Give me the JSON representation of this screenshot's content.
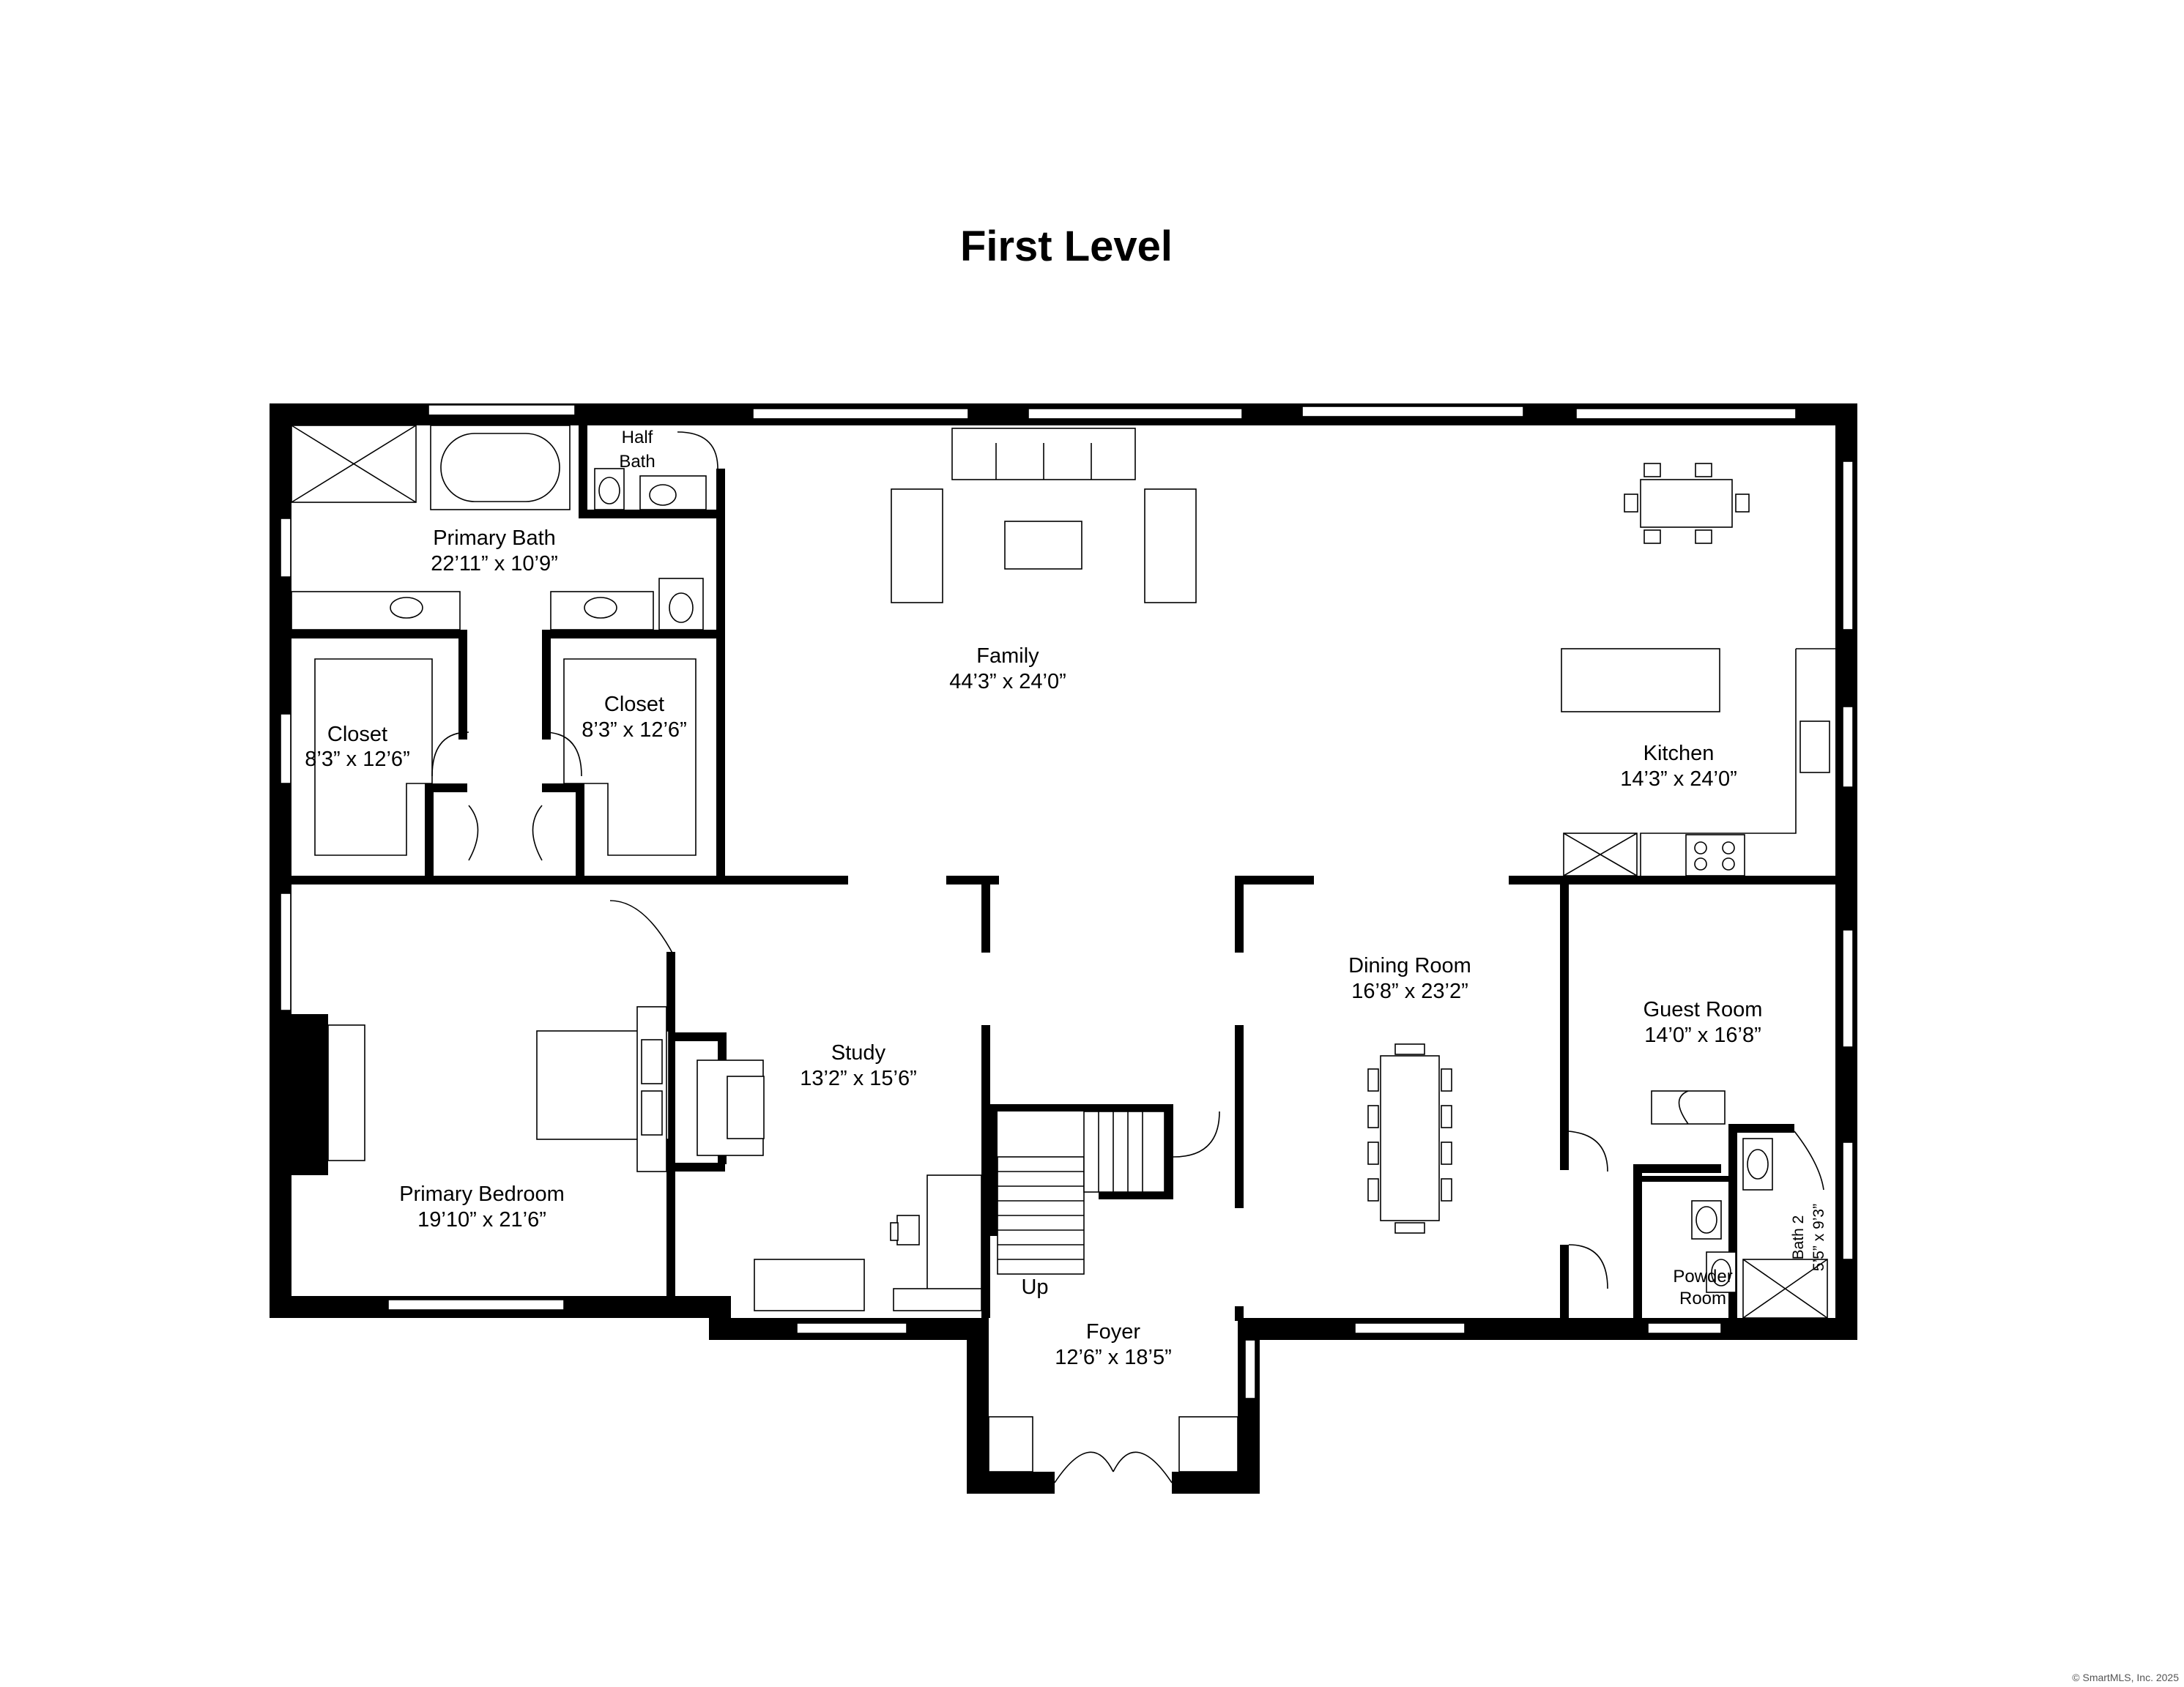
{
  "title": "First Level",
  "watermark": "© SmartMLS, Inc. 2025",
  "rooms": {
    "half_bath": {
      "name_line1": "Half",
      "name_line2": "Bath"
    },
    "primary_bath": {
      "name": "Primary Bath",
      "size": "22’11” x 10’9”"
    },
    "closet_left": {
      "name": "Closet",
      "size": "8’3” x 12’6”"
    },
    "closet_right": {
      "name": "Closet",
      "size": "8’3” x 12’6”"
    },
    "family": {
      "name": "Family",
      "size": "44’3” x 24’0”"
    },
    "kitchen": {
      "name": "Kitchen",
      "size": "14’3” x 24’0”"
    },
    "dining_room": {
      "name": "Dining Room",
      "size": "16’8” x 23’2”"
    },
    "guest_room": {
      "name": "Guest Room",
      "size": "14’0” x 16’8”"
    },
    "study": {
      "name": "Study",
      "size": "13’2” x 15’6”"
    },
    "primary_bedroom": {
      "name": "Primary Bedroom",
      "size": "19’10” x 21’6”"
    },
    "foyer": {
      "name": "Foyer",
      "size": "12’6” x 18’5”"
    },
    "powder_room": {
      "name_line1": "Powder",
      "name_line2": "Room"
    },
    "bath_2": {
      "name": "Bath 2",
      "size": "5’5” x 9’3”"
    }
  },
  "stairs": {
    "label": "Up"
  }
}
